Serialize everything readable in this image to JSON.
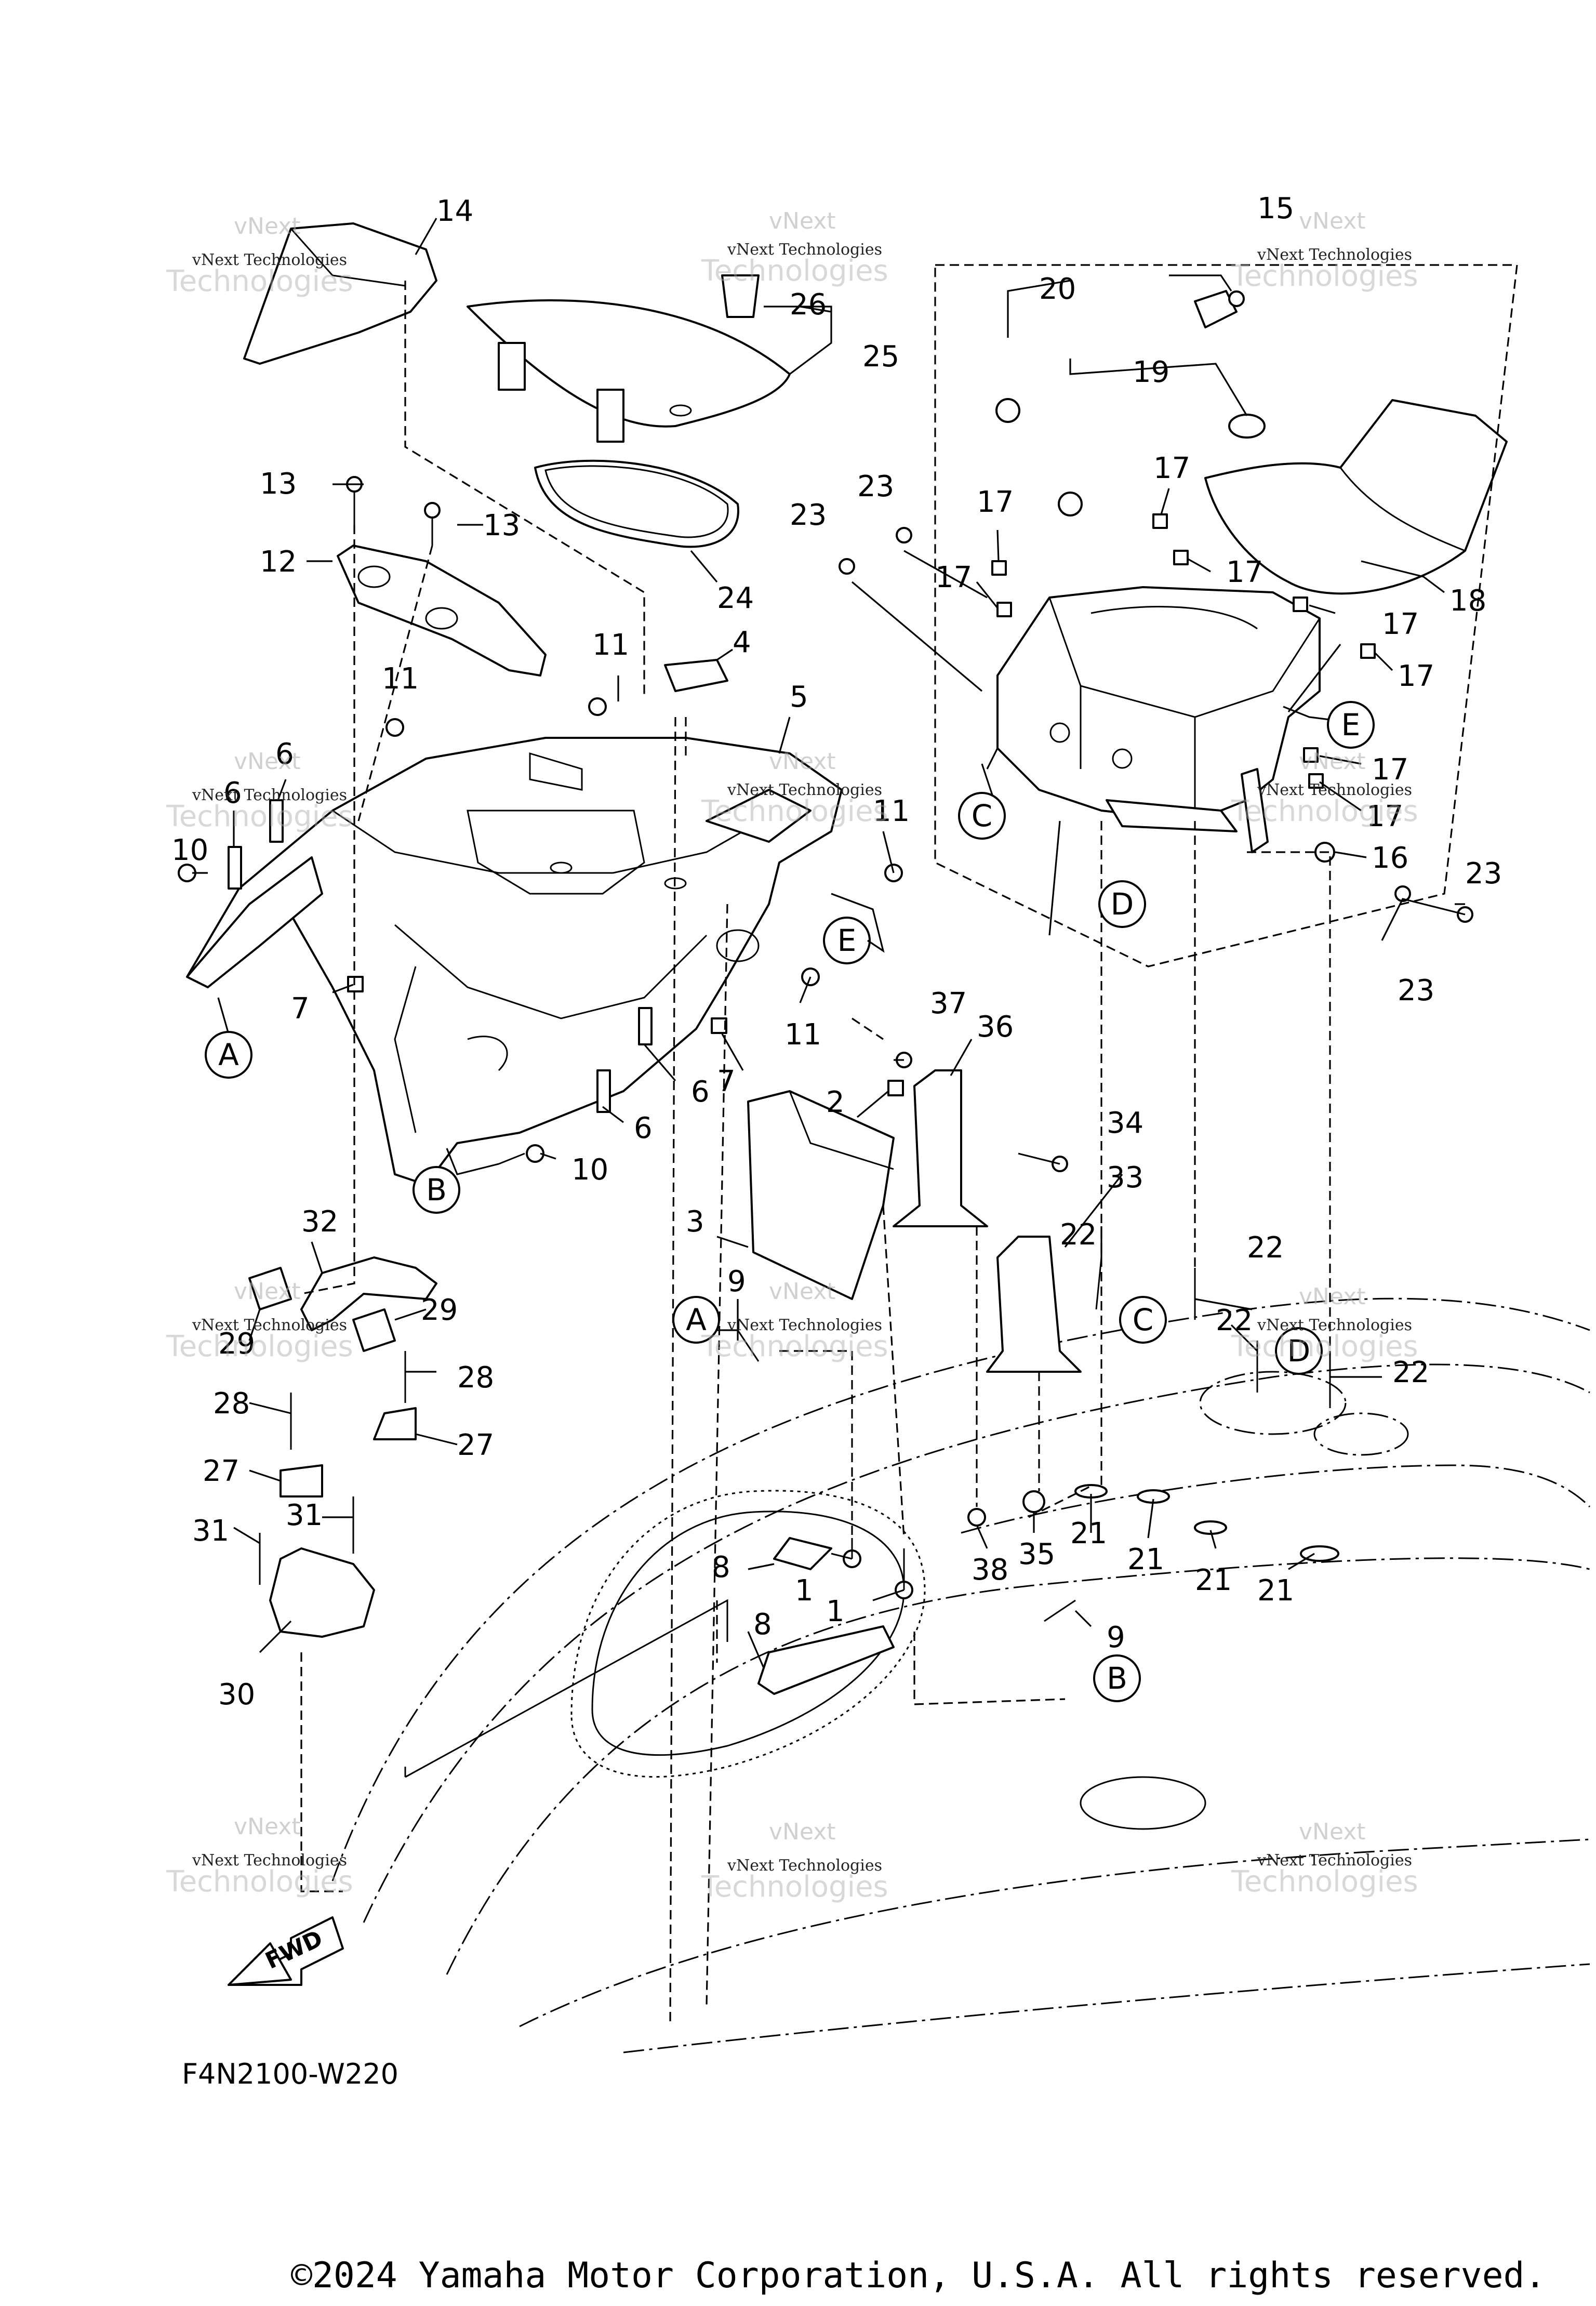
{
  "diagram_code": "F4N2100-W220",
  "fwd_label": "FWD",
  "copyright": "©2024 Yamaha Motor Corporation, U.S.A. All rights reserved.",
  "watermark": {
    "line1": "vNext",
    "line2": "vNext Technologies",
    "line3": "Technologies"
  },
  "callouts": {
    "A": "A",
    "B": "B",
    "C": "C",
    "D": "D",
    "E": "E"
  },
  "part_numbers": [
    "1",
    "2",
    "3",
    "4",
    "5",
    "6",
    "7",
    "8",
    "9",
    "10",
    "11",
    "12",
    "13",
    "14",
    "15",
    "16",
    "17",
    "18",
    "19",
    "20",
    "21",
    "22",
    "23",
    "24",
    "25",
    "26",
    "27",
    "28",
    "29",
    "30",
    "31",
    "32",
    "33",
    "34",
    "35",
    "36",
    "37",
    "38"
  ]
}
